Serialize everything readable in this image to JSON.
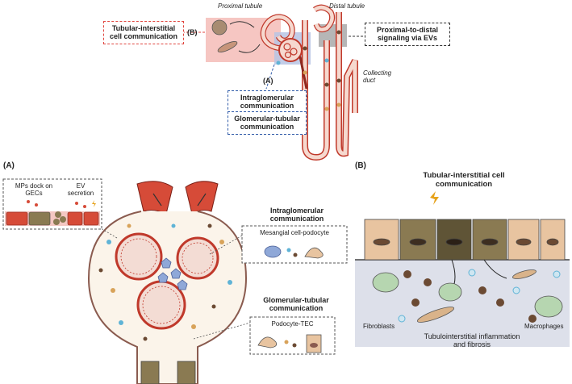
{
  "top": {
    "proximal_tubule": "Proximal tubule",
    "distal_tubule": "Distal tubule",
    "collecting_duct": "Collecting duct",
    "marker_b": "(B)",
    "marker_a": "(A)",
    "box_tubular_interstitial": "Tubular-interstitial cell communication",
    "box_proximal_distal": "Proximal-to-distal signaling via EVs",
    "box_intraglomerular": "Intraglomerular communication",
    "box_glomerular_tubular": "Glomerular-tubular communication"
  },
  "panel_a": {
    "label": "(A)",
    "inset_mps": "MPs dock on GECs",
    "inset_ev": "EV secretion",
    "intraglomerular_title": "Intraglomerular communication",
    "mesangial_caption": "Mesangial cell-podocyte",
    "glomerular_tubular_title": "Glomerular-tubular communication",
    "podocyte_caption": "Podocyte-TEC"
  },
  "panel_b": {
    "label": "(B)",
    "title": "Tubular-interstitial cell communication",
    "fibroblasts": "Fibroblasts",
    "macrophages": "Macrophages",
    "caption": "Tubulointerstitial inflammation and fibrosis"
  },
  "colors": {
    "tubule_red": "#c0392b",
    "tubule_fill": "#f6d9cf",
    "highlight_pink": "#f4b8b3",
    "highlight_blue": "#b7c4e4",
    "highlight_gray": "#9e9e9e",
    "cell_beige": "#e8c4a0",
    "cell_olive": "#8a7a52",
    "interstitium": "#dde0ea",
    "ev_blue": "#5fb3d6",
    "ev_brown": "#6b4a33",
    "ev_orange": "#d8a35a"
  }
}
